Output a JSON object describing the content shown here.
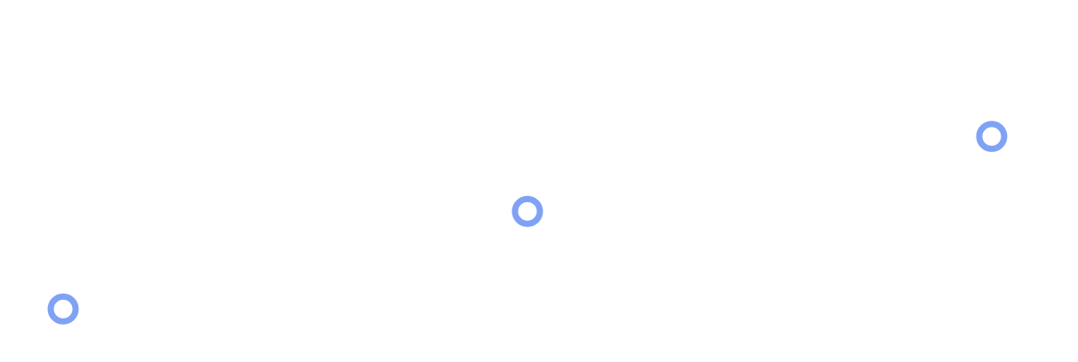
{
  "chart_data": {
    "type": "scatter",
    "title": "",
    "xlabel": "",
    "ylabel": "",
    "grid": false,
    "legend": false,
    "marker": "hollow-circle",
    "colors": {
      "marker_stroke": "#7fa2f5",
      "background": "#ffffff"
    },
    "xlim": [
      0,
      20
    ],
    "ylim": [
      0,
      10
    ],
    "series": [
      {
        "x": [
          0,
          10,
          20
        ],
        "y": [
          1,
          4,
          6.3
        ]
      }
    ]
  }
}
